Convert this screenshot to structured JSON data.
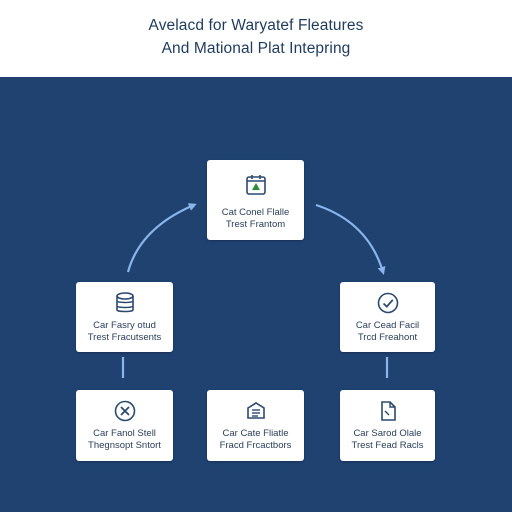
{
  "header": {
    "line1": "Avelacd for Waryatef Fleatures",
    "line2": "And Mational Plat Intepring"
  },
  "nodes": {
    "top": {
      "icon": "calendar-tree-icon",
      "line1": "Cat Conel Flalle",
      "line2": "Trest Frantom"
    },
    "left": {
      "icon": "database-icon",
      "line1": "Car Fasry otud",
      "line2": "Trest Fracutsents"
    },
    "right": {
      "icon": "check-circle-icon",
      "line1": "Car Cead Facil",
      "line2": "Trcd Freahont"
    },
    "bottom_left": {
      "icon": "close-circle-icon",
      "line1": "Car Fanol Stell",
      "line2": "Thegnsopt Sntort"
    },
    "bottom_middle": {
      "icon": "inbox-icon",
      "line1": "Car Cate Fliatle",
      "line2": "Fracd Frcactbors"
    },
    "bottom_right": {
      "icon": "document-icon",
      "line1": "Car Sarod Olale",
      "line2": "Trest Fead Racls"
    }
  },
  "colors": {
    "background": "#1f4271",
    "header_text": "#1f3b5e",
    "arrow": "#8ab4ea",
    "icon": "#2c4a6e",
    "accent_green": "#2e8b3a"
  }
}
